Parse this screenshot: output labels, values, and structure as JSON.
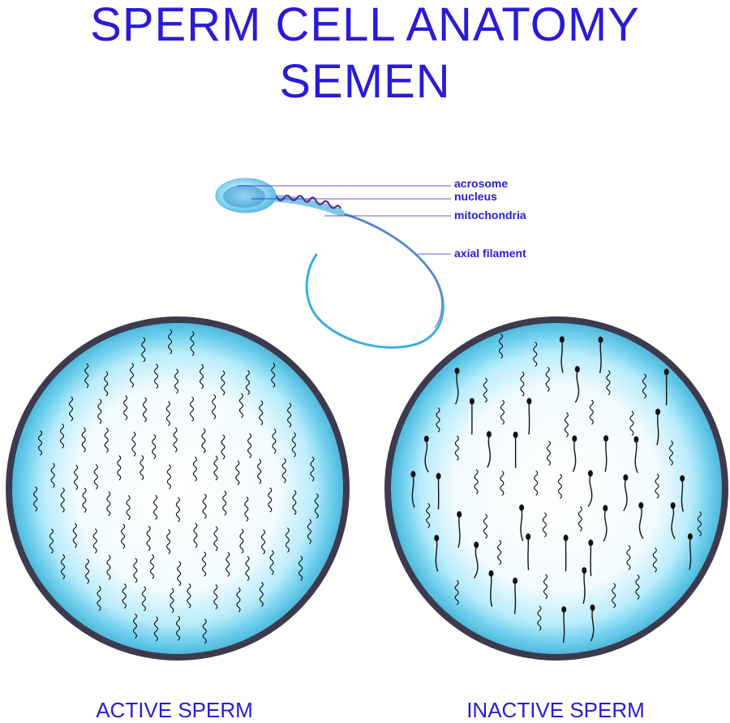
{
  "title": {
    "line1": "SPERM CELL ANATOMY",
    "line2": "SEMEN"
  },
  "labels": {
    "acrosome": "acrosome",
    "nucleus": "nucleus",
    "mitochondria": "mitochondria",
    "axial_filament": "axial filament"
  },
  "captions": {
    "left": "ACTIVE SPERM",
    "right": "INACTIVE SPERM"
  },
  "colors": {
    "text": "#2a1bd6",
    "dish_rim": "#3e3a4e",
    "dish_glow": "#7fd8f0",
    "sperm_head": "#8fd6f2",
    "midpiece": "#6a2a8a",
    "cell": "#111111"
  }
}
